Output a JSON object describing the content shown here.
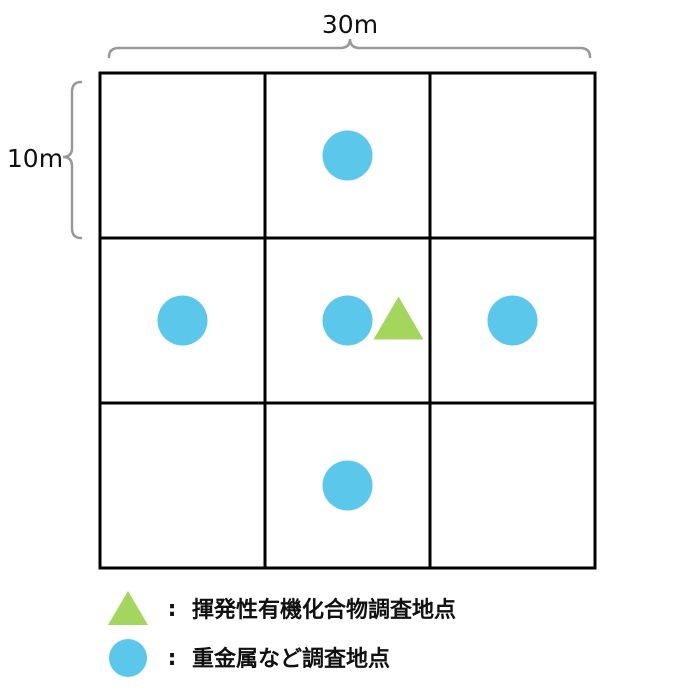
{
  "dimensions": {
    "width_label": "30m",
    "cell_label": "10m"
  },
  "grid": {
    "rows": 3,
    "cols": 3
  },
  "markers": {
    "circles": [
      {
        "row": 0,
        "col": 1
      },
      {
        "row": 1,
        "col": 0
      },
      {
        "row": 1,
        "col": 1
      },
      {
        "row": 1,
        "col": 2
      },
      {
        "row": 2,
        "col": 1
      }
    ],
    "triangles": [
      {
        "row": 1,
        "col": 1
      }
    ]
  },
  "legend": {
    "colon": ":",
    "triangle_label": "揮発性有機化合物調査地点",
    "circle_label": "重金属など調査地点"
  },
  "colors": {
    "circle": "#5bc8eb",
    "triangle": "#a4d65e",
    "grid_line": "#000000",
    "bracket": "#999999"
  }
}
